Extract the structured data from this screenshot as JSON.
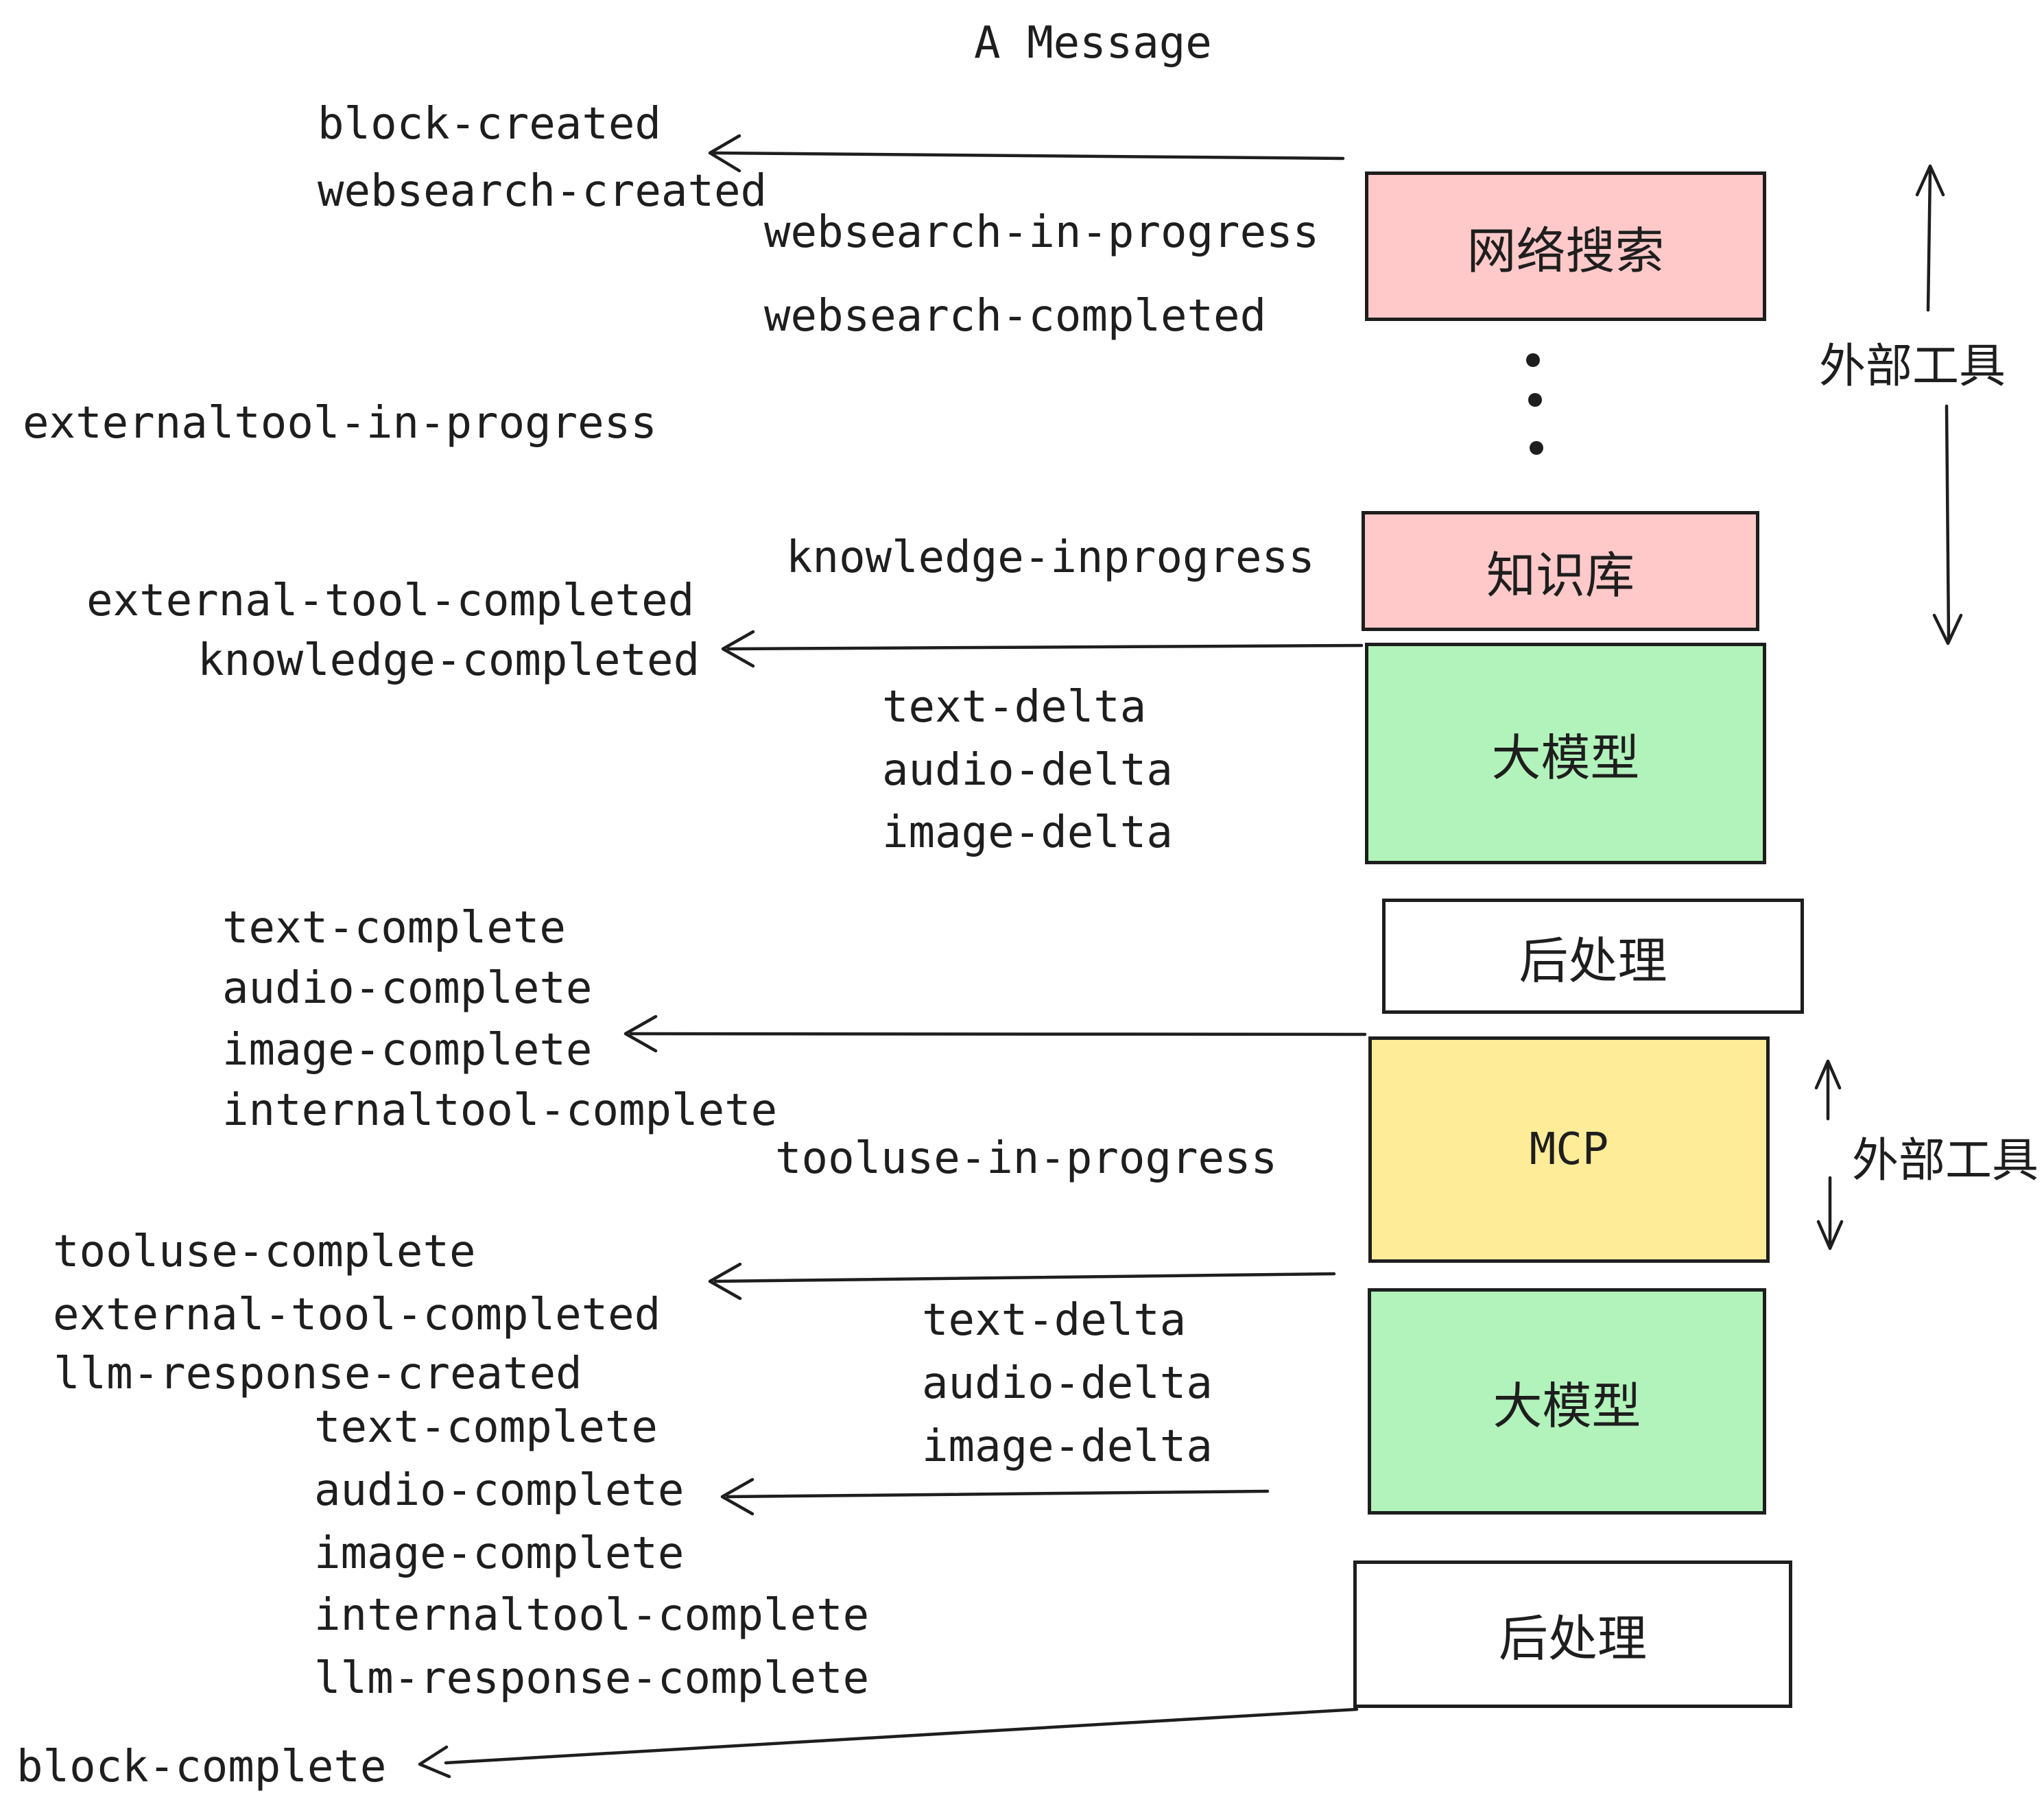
{
  "title": "A Message",
  "palette": {
    "stroke": "#1e1e1e",
    "pink": "#ffc9c9",
    "green": "#b2f2bb",
    "yellow": "#ffec99",
    "white": "#ffffff",
    "background": "#ffffff"
  },
  "events": {
    "block_created": "block-created",
    "websearch_created": "websearch-created",
    "websearch_in_progress": "websearch-in-progress",
    "websearch_completed": "websearch-completed",
    "externaltool_in_progress": "externaltool-in-progress",
    "knowledge_inprogress": "knowledge-inprogress",
    "external_tool_completed": "external-tool-completed",
    "knowledge_completed": "knowledge-completed",
    "text_delta_1": "text-delta",
    "audio_delta_1": "audio-delta",
    "image_delta_1": "image-delta",
    "text_complete_1": "text-complete",
    "audio_complete_1": "audio-complete",
    "image_complete_1": "image-complete",
    "internaltool_complete_1": "internaltool-complete",
    "tooluse_in_progress": "tooluse-in-progress",
    "tooluse_complete": "tooluse-complete",
    "external_tool_completed_2": "external-tool-completed",
    "llm_response_created": "llm-response-created",
    "text_delta_2": "text-delta",
    "audio_delta_2": "audio-delta",
    "image_delta_2": "image-delta",
    "text_complete_2": "text-complete",
    "audio_complete_2": "audio-complete",
    "image_complete_2": "image-complete",
    "internaltool_complete_2": "internaltool-complete",
    "llm_response_complete": "llm-response-complete",
    "block_complete": "block-complete"
  },
  "nodes": {
    "websearch": "网络搜索",
    "knowledge": "知识库",
    "llm_1": "大模型",
    "postprocess_1": "后处理",
    "mcp": "MCP",
    "llm_2": "大模型",
    "postprocess_2": "后处理"
  },
  "annotations": {
    "external_tools_1": "外部工具",
    "external_tools_2": "外部工具"
  }
}
